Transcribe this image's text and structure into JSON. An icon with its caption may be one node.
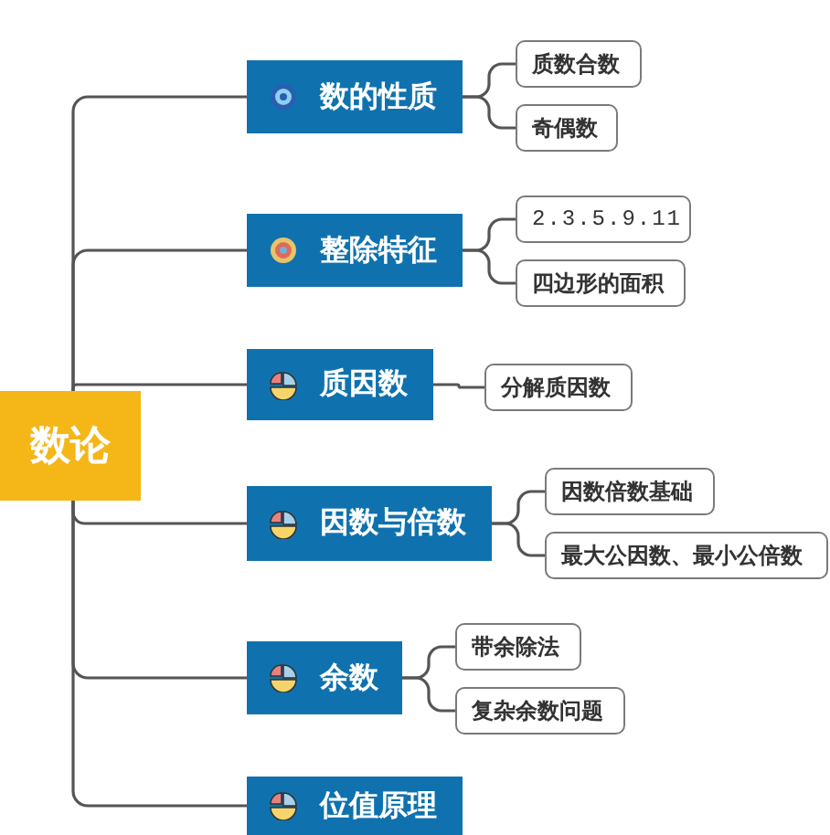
{
  "diagram": {
    "nodes": [
      {
        "text": [
          "数论"
        ]
      },
      {
        "text": [
          "数的性质"
        ]
      },
      {
        "text": [
          "质数合数"
        ]
      },
      {
        "text": [
          "奇偶数"
        ]
      },
      {
        "text": [
          "整除特征"
        ]
      },
      {
        "text": [
          "2.3.5.9.11"
        ]
      },
      {
        "text": [
          "四边形的面积"
        ]
      },
      {
        "text": [
          "质因数"
        ]
      },
      {
        "text": [
          "分解质因数"
        ]
      },
      {
        "text": [
          "因数与倍数"
        ]
      },
      {
        "text": [
          "因数倍数基础"
        ]
      },
      {
        "text": [
          "最大公因数、最小公倍数"
        ]
      },
      {
        "text": [
          "余数"
        ]
      },
      {
        "text": [
          "带余除法"
        ]
      },
      {
        "text": [
          "复杂余数问题"
        ]
      },
      {
        "text": [
          "位值原理"
        ]
      }
    ],
    "edges": [
      {
        "from": 0,
        "to": 1,
        "arrow": "none"
      },
      {
        "from": 0,
        "to": 4,
        "arrow": "none"
      },
      {
        "from": 0,
        "to": 7,
        "arrow": "none"
      },
      {
        "from": 0,
        "to": 9,
        "arrow": "none"
      },
      {
        "from": 0,
        "to": 12,
        "arrow": "none"
      },
      {
        "from": 0,
        "to": 15,
        "arrow": "none"
      },
      {
        "from": 1,
        "to": 2,
        "arrow": "none"
      },
      {
        "from": 1,
        "to": 3,
        "arrow": "none"
      },
      {
        "from": 4,
        "to": 5,
        "arrow": "none"
      },
      {
        "from": 4,
        "to": 6,
        "arrow": "none"
      },
      {
        "from": 7,
        "to": 8,
        "arrow": "none"
      },
      {
        "from": 9,
        "to": 10,
        "arrow": "none"
      },
      {
        "from": 9,
        "to": 11,
        "arrow": "none"
      },
      {
        "from": 12,
        "to": 13,
        "arrow": "none"
      },
      {
        "from": 12,
        "to": 14,
        "arrow": "none"
      }
    ]
  }
}
